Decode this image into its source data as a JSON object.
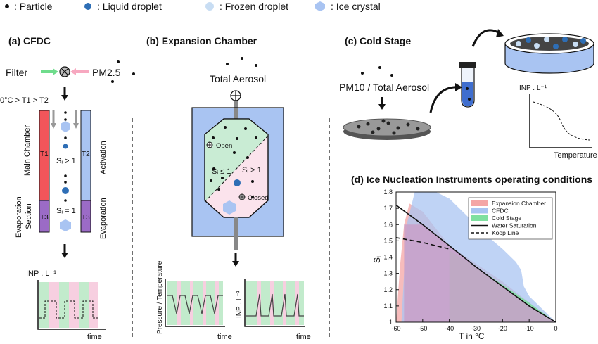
{
  "legend": {
    "particle": ": Particle",
    "liquid": ": Liquid droplet",
    "frozen": ": Frozen droplet",
    "ice": ": Ice crystal"
  },
  "panel_a": {
    "title": "(a) CFDC",
    "filter": "Filter",
    "pm": "PM2.5",
    "temp": "0°C > T1 > T2",
    "t1": "T1",
    "t2": "T2",
    "t3a": "T3",
    "t3b": "T3",
    "main_chamber": "Main Chamber",
    "evap_section_1": "Evaporation",
    "evap_section_2": "Section",
    "activation": "Activation",
    "evaporation": "Evaporation",
    "si_gt": "Sᵢ > 1",
    "si_eq": "Sᵢ = 1",
    "y_label": "INP . L⁻¹",
    "x_label": "time"
  },
  "panel_b": {
    "title": "(b) Expansion Chamber",
    "total_aerosol": "Total Aerosol",
    "open": "Open",
    "closed": "Closed",
    "si_le": "Sᵢ ≤ 1",
    "si_gt": "Sᵢ > 1",
    "y_label_left": "Pressure / Temperature",
    "y_label_right": "INP . L⁻¹",
    "x_label": "time"
  },
  "panel_c": {
    "title": "(c) Cold Stage",
    "aerosol": "PM10 / Total Aerosol",
    "y_label": "INP . L⁻¹",
    "x_label": "Temperature"
  },
  "chart_data": {
    "type": "area",
    "title": "(d) Ice Nucleation Instruments operating conditions",
    "xlabel": "T in °C",
    "ylabel": "Sᵢ",
    "xlim": [
      -60,
      0
    ],
    "ylim": [
      1,
      1.8
    ],
    "xticks": [
      -60,
      -50,
      -40,
      -30,
      -20,
      -10,
      0
    ],
    "yticks": [
      1,
      1.1,
      1.2,
      1.3,
      1.4,
      1.5,
      1.6,
      1.7,
      1.8
    ],
    "legend_position": "top-right",
    "colors": {
      "expansion": "#f4a6a6",
      "cfdc": "#a9c4f2",
      "coldstage": "#7fe0a0",
      "overlap": "#c9a0c9"
    },
    "series": [
      {
        "name": "Expansion Chamber",
        "kind": "area",
        "x": [
          -60,
          -58.5,
          -57,
          -55,
          -50,
          -40,
          -30,
          -20,
          -10,
          0
        ],
        "y": [
          1.0,
          1.35,
          1.6,
          1.73,
          1.68,
          1.47,
          1.36,
          1.25,
          1.12,
          1.0
        ]
      },
      {
        "name": "CFDC",
        "kind": "area",
        "x": [
          -58,
          -56,
          -53,
          -50,
          -45,
          -40,
          -35,
          -30,
          -25,
          -20,
          -15,
          -13,
          -12,
          -10,
          -5,
          0
        ],
        "y": [
          1.0,
          1.6,
          1.8,
          1.8,
          1.8,
          1.76,
          1.68,
          1.6,
          1.52,
          1.45,
          1.37,
          1.32,
          1.22,
          1.16,
          1.08,
          1.0
        ]
      },
      {
        "name": "Cold Stage",
        "kind": "area",
        "x": [
          -40,
          -30,
          -20,
          -10,
          0
        ],
        "y": [
          1.44,
          1.34,
          1.23,
          1.12,
          1.0
        ]
      },
      {
        "name": "Water Saturation",
        "kind": "line",
        "x": [
          -60,
          -50,
          -40,
          -30,
          -20,
          -10,
          0
        ],
        "y": [
          1.72,
          1.6,
          1.47,
          1.34,
          1.22,
          1.1,
          1.0
        ]
      },
      {
        "name": "Koop Line",
        "kind": "dashed",
        "x": [
          -60,
          -50,
          -40
        ],
        "y": [
          1.52,
          1.49,
          1.45
        ]
      }
    ]
  }
}
